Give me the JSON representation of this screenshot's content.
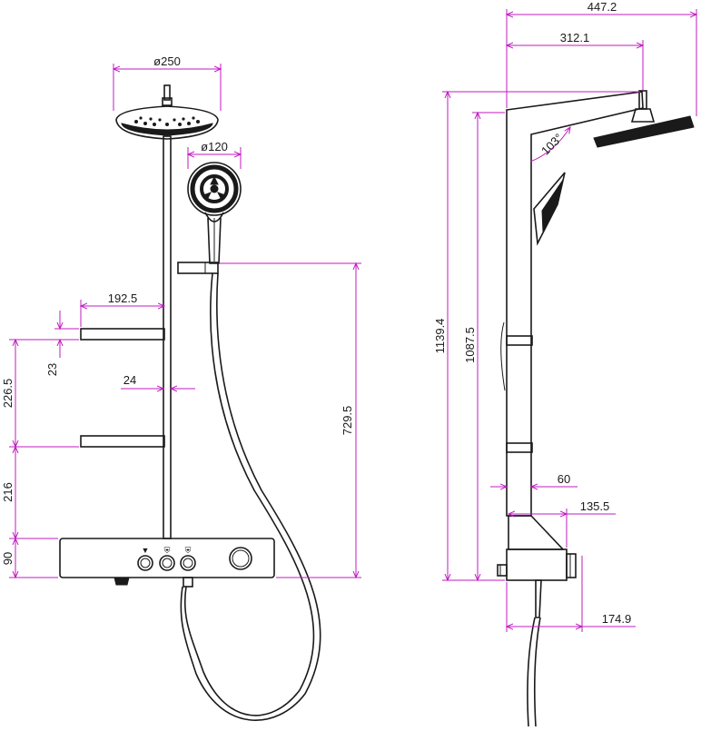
{
  "diagram": {
    "front_view": {
      "dimensions": {
        "head_diameter": "ø250",
        "hand_diameter": "ø120",
        "shelf_depth": "192.5",
        "shelf_thickness": "23",
        "shelf_spacing": "226.5",
        "pipe_diameter": "24",
        "lower_gap": "216",
        "console_height": "90",
        "hose_holder_height": "729.5"
      },
      "control_symbols": [
        "▼",
        "⛨",
        "⛨"
      ]
    },
    "side_view": {
      "dimensions": {
        "total_projection": "447.2",
        "arm_projection": "312.1",
        "head_angle": "103°",
        "total_height": "1139.4",
        "column_height": "1087.5",
        "column_depth": "60",
        "console_depth": "135.5",
        "outlet_depth": "174.9"
      }
    },
    "colors": {
      "line": "#1a1a1a",
      "dimension": "#c21bc2"
    }
  }
}
